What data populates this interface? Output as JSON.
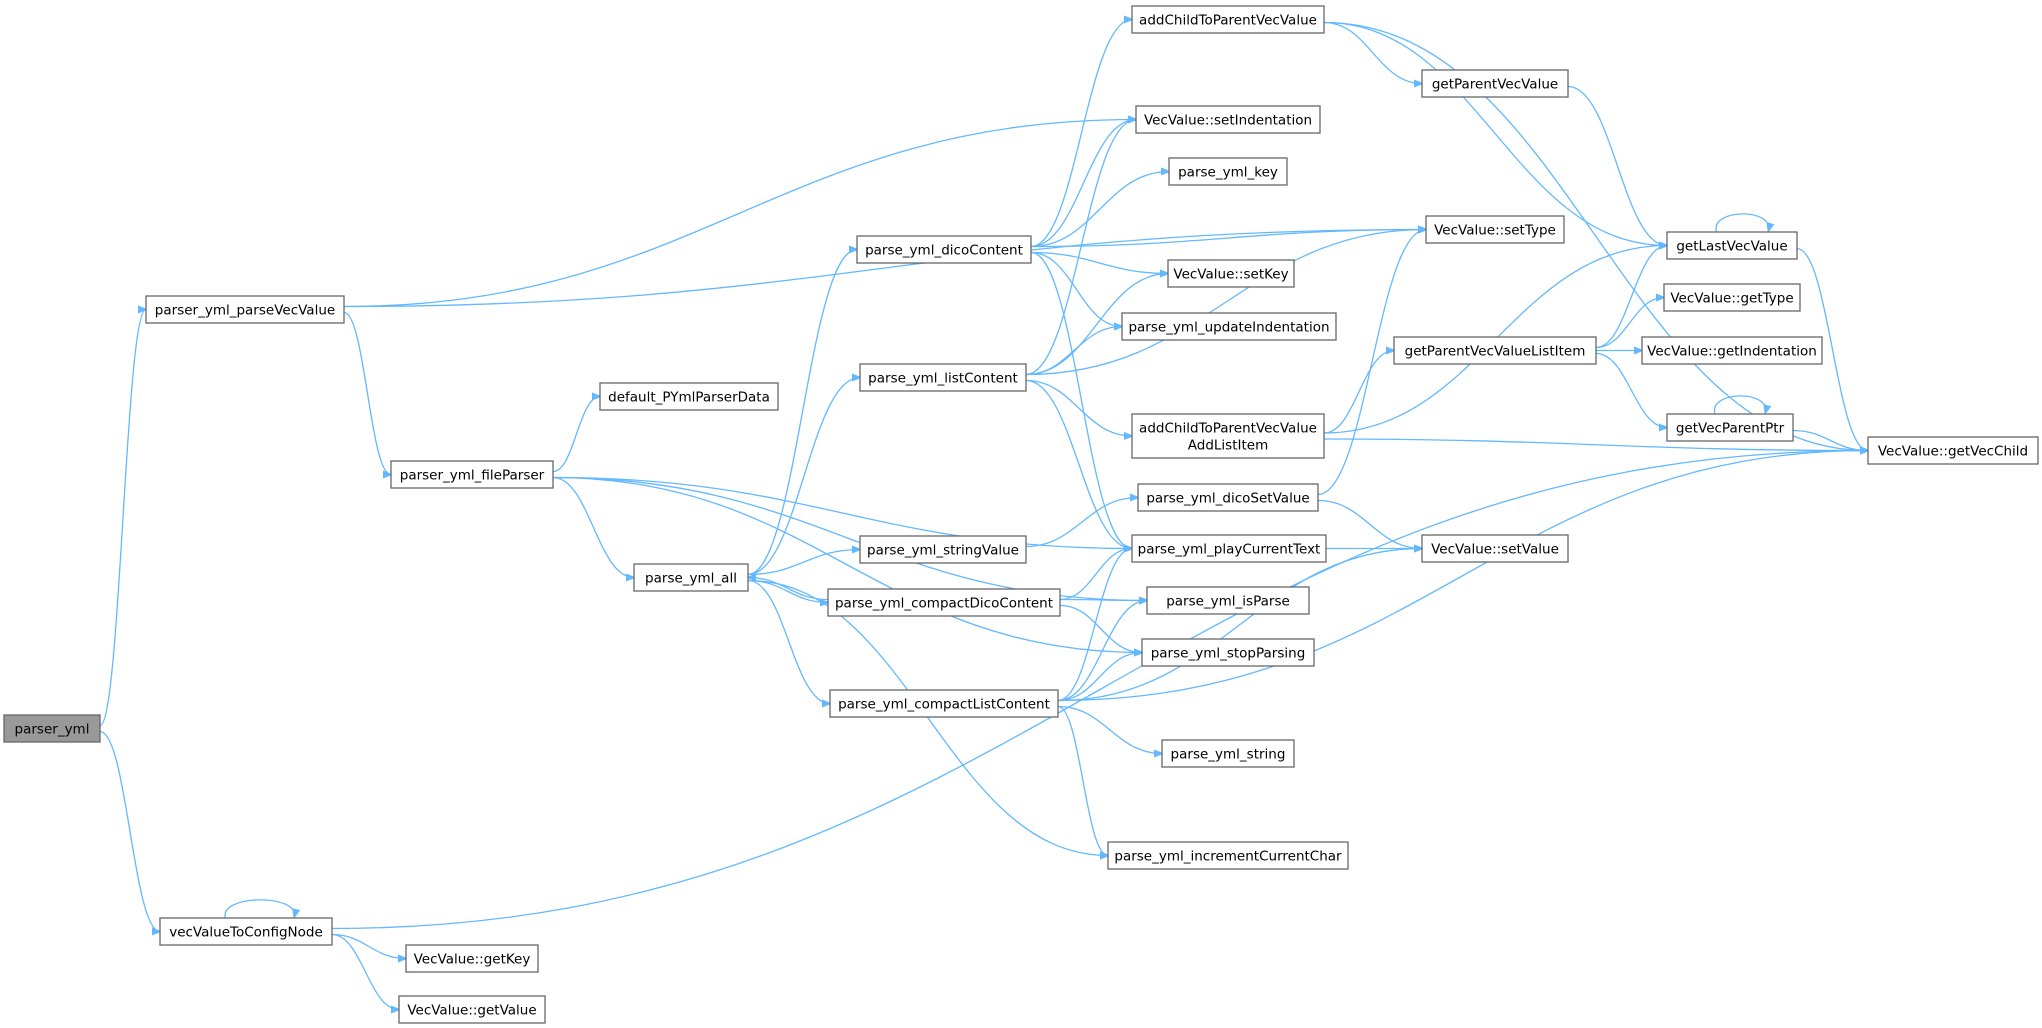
{
  "nodes": [
    {
      "id": "parser_yml",
      "label": "parser_yml",
      "root": true
    },
    {
      "id": "parser_yml_parseVecValue",
      "label": "parser_yml_parseVecValue"
    },
    {
      "id": "vecValueToConfigNode",
      "label": "vecValueToConfigNode"
    },
    {
      "id": "parser_yml_fileParser",
      "label": "parser_yml_fileParser"
    },
    {
      "id": "default_PYmlParserData",
      "label": "default_PYmlParserData"
    },
    {
      "id": "parse_yml_all",
      "label": "parse_yml_all"
    },
    {
      "id": "parse_yml_dicoContent",
      "label": "parse_yml_dicoContent"
    },
    {
      "id": "parse_yml_listContent",
      "label": "parse_yml_listContent"
    },
    {
      "id": "parse_yml_stringValue",
      "label": "parse_yml_stringValue"
    },
    {
      "id": "parse_yml_compactDicoContent",
      "label": "parse_yml_compactDicoContent"
    },
    {
      "id": "parse_yml_compactListContent",
      "label": "parse_yml_compactListContent"
    },
    {
      "id": "addChildToParentVecValue",
      "label": "addChildToParentVecValue"
    },
    {
      "id": "VecValue_setIndentation",
      "label": "VecValue::setIndentation"
    },
    {
      "id": "parse_yml_key",
      "label": "parse_yml_key"
    },
    {
      "id": "VecValue_setKey",
      "label": "VecValue::setKey"
    },
    {
      "id": "parse_yml_updateIndentation",
      "label": "parse_yml_updateIndentation"
    },
    {
      "id": "addChildToParentVecValueAddListItem",
      "label": [
        "addChildToParentVecValue",
        "AddListItem"
      ]
    },
    {
      "id": "parse_yml_dicoSetValue",
      "label": "parse_yml_dicoSetValue"
    },
    {
      "id": "parse_yml_playCurrentText",
      "label": "parse_yml_playCurrentText"
    },
    {
      "id": "parse_yml_isParse",
      "label": "parse_yml_isParse"
    },
    {
      "id": "parse_yml_stopParsing",
      "label": "parse_yml_stopParsing"
    },
    {
      "id": "parse_yml_string",
      "label": "parse_yml_string"
    },
    {
      "id": "parse_yml_incrementCurrentChar",
      "label": "parse_yml_incrementCurrentChar"
    },
    {
      "id": "VecValue_getKey",
      "label": "VecValue::getKey"
    },
    {
      "id": "VecValue_getValue",
      "label": "VecValue::getValue"
    },
    {
      "id": "getParentVecValue",
      "label": "getParentVecValue"
    },
    {
      "id": "VecValue_setType",
      "label": "VecValue::setType"
    },
    {
      "id": "getParentVecValueListItem",
      "label": "getParentVecValueListItem"
    },
    {
      "id": "VecValue_setValue",
      "label": "VecValue::setValue"
    },
    {
      "id": "getLastVecValue",
      "label": "getLastVecValue"
    },
    {
      "id": "VecValue_getType",
      "label": "VecValue::getType"
    },
    {
      "id": "VecValue_getIndentation",
      "label": "VecValue::getIndentation"
    },
    {
      "id": "getVecParentPtr",
      "label": "getVecParentPtr"
    },
    {
      "id": "VecValue_getVecChild",
      "label": "VecValue::getVecChild"
    }
  ],
  "edges": [
    [
      "parser_yml",
      "parser_yml_parseVecValue"
    ],
    [
      "parser_yml",
      "vecValueToConfigNode"
    ],
    [
      "parser_yml_parseVecValue",
      "parser_yml_fileParser"
    ],
    [
      "parser_yml_parseVecValue",
      "VecValue_setIndentation"
    ],
    [
      "parser_yml_parseVecValue",
      "VecValue_setType"
    ],
    [
      "parser_yml_fileParser",
      "default_PYmlParserData"
    ],
    [
      "parser_yml_fileParser",
      "parse_yml_all"
    ],
    [
      "parser_yml_fileParser",
      "parse_yml_playCurrentText"
    ],
    [
      "parser_yml_fileParser",
      "parse_yml_isParse"
    ],
    [
      "parser_yml_fileParser",
      "parse_yml_stopParsing"
    ],
    [
      "parse_yml_all",
      "parse_yml_dicoContent"
    ],
    [
      "parse_yml_all",
      "parse_yml_listContent"
    ],
    [
      "parse_yml_all",
      "parse_yml_stringValue"
    ],
    [
      "parse_yml_all",
      "parse_yml_compactDicoContent"
    ],
    [
      "parse_yml_all",
      "parse_yml_compactListContent"
    ],
    [
      "parse_yml_all",
      "parse_yml_incrementCurrentChar"
    ],
    [
      "parse_yml_compactDicoContent",
      "parse_yml_all"
    ],
    [
      "parse_yml_dicoContent",
      "addChildToParentVecValue"
    ],
    [
      "parse_yml_dicoContent",
      "VecValue_setIndentation"
    ],
    [
      "parse_yml_dicoContent",
      "parse_yml_key"
    ],
    [
      "parse_yml_dicoContent",
      "VecValue_setType"
    ],
    [
      "parse_yml_dicoContent",
      "VecValue_setKey"
    ],
    [
      "parse_yml_dicoContent",
      "parse_yml_updateIndentation"
    ],
    [
      "parse_yml_dicoContent",
      "parse_yml_playCurrentText"
    ],
    [
      "parse_yml_listContent",
      "VecValue_setIndentation"
    ],
    [
      "parse_yml_listContent",
      "VecValue_setKey"
    ],
    [
      "parse_yml_listContent",
      "parse_yml_updateIndentation"
    ],
    [
      "parse_yml_listContent",
      "VecValue_setType"
    ],
    [
      "parse_yml_listContent",
      "addChildToParentVecValueAddListItem"
    ],
    [
      "parse_yml_listContent",
      "parse_yml_playCurrentText"
    ],
    [
      "parse_yml_stringValue",
      "parse_yml_dicoSetValue"
    ],
    [
      "parse_yml_compactDicoContent",
      "parse_yml_playCurrentText"
    ],
    [
      "parse_yml_compactDicoContent",
      "parse_yml_isParse"
    ],
    [
      "parse_yml_compactDicoContent",
      "parse_yml_stopParsing"
    ],
    [
      "parse_yml_compactListContent",
      "parse_yml_playCurrentText"
    ],
    [
      "parse_yml_compactListContent",
      "parse_yml_isParse"
    ],
    [
      "parse_yml_compactListContent",
      "parse_yml_stopParsing"
    ],
    [
      "parse_yml_compactListContent",
      "parse_yml_string"
    ],
    [
      "parse_yml_compactListContent",
      "parse_yml_incrementCurrentChar"
    ],
    [
      "parse_yml_compactListContent",
      "VecValue_setValue"
    ],
    [
      "parse_yml_compactListContent",
      "VecValue_getVecChild"
    ],
    [
      "addChildToParentVecValue",
      "getParentVecValue"
    ],
    [
      "addChildToParentVecValue",
      "getLastVecValue"
    ],
    [
      "addChildToParentVecValue",
      "VecValue_getVecChild"
    ],
    [
      "getParentVecValue",
      "getLastVecValue"
    ],
    [
      "getLastVecValue",
      "getLastVecValue"
    ],
    [
      "getLastVecValue",
      "VecValue_getVecChild"
    ],
    [
      "addChildToParentVecValueAddListItem",
      "getLastVecValue"
    ],
    [
      "addChildToParentVecValueAddListItem",
      "getParentVecValueListItem"
    ],
    [
      "addChildToParentVecValueAddListItem",
      "VecValue_getVecChild"
    ],
    [
      "getParentVecValueListItem",
      "getLastVecValue"
    ],
    [
      "getParentVecValueListItem",
      "VecValue_getType"
    ],
    [
      "getParentVecValueListItem",
      "VecValue_getIndentation"
    ],
    [
      "getParentVecValueListItem",
      "getVecParentPtr"
    ],
    [
      "getVecParentPtr",
      "getVecParentPtr"
    ],
    [
      "getVecParentPtr",
      "VecValue_getVecChild"
    ],
    [
      "parse_yml_dicoSetValue",
      "VecValue_setType"
    ],
    [
      "parse_yml_dicoSetValue",
      "VecValue_setValue"
    ],
    [
      "parse_yml_playCurrentText",
      "VecValue_setValue"
    ],
    [
      "vecValueToConfigNode",
      "vecValueToConfigNode"
    ],
    [
      "vecValueToConfigNode",
      "VecValue_getKey"
    ],
    [
      "vecValueToConfigNode",
      "VecValue_getValue"
    ],
    [
      "vecValueToConfigNode",
      "VecValue_getVecChild"
    ]
  ]
}
